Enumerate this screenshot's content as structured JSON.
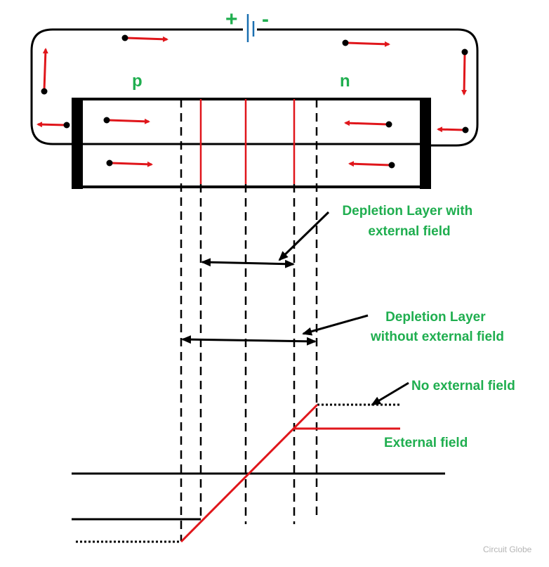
{
  "battery": {
    "plus_sign": "+",
    "minus_sign": "-"
  },
  "regions": {
    "p_label": "p",
    "n_label": "n"
  },
  "annotations": {
    "depletion_with_field": [
      "Depletion Layer with",
      "external field"
    ],
    "depletion_without_field": [
      "Depletion Layer",
      "without external field"
    ],
    "no_external_field": "No external field",
    "external_field": "External field"
  },
  "watermark": "Circuit Globe",
  "colors": {
    "label_green": "#1fae4f",
    "carrier_arrow_red": "#e0161b",
    "battery_blue": "#1a6fb0",
    "line_black": "#000000"
  }
}
